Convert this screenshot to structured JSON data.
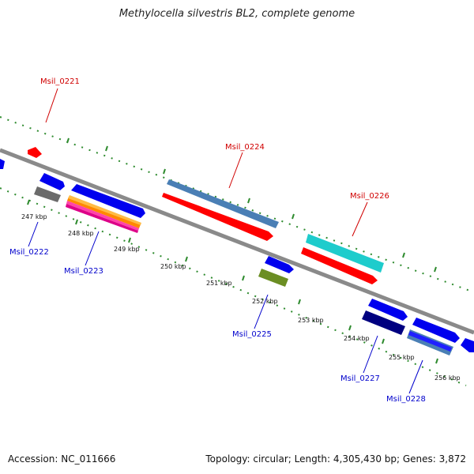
{
  "title": "Methylocella silvestris BL2, complete genome",
  "footer": {
    "accession": "Accession: NC_011666",
    "stats": "Topology: circular; Length: 4,305,430 bp; Genes: 3,872"
  },
  "colors": {
    "backbone": "#8a8a8a",
    "ticks": "#2e8b2e",
    "label_forward": "#d00000",
    "label_reverse": "#0000cc"
  },
  "ticks": [
    "247 kbp",
    "248 kbp",
    "249 kbp",
    "250 kbp",
    "251 kbp",
    "252 kbp",
    "253 kbp",
    "254 kbp",
    "255 kbp",
    "256 kbp"
  ],
  "gene_labels_forward": [
    "Msil_0221",
    "Msil_0224",
    "Msil_0226"
  ],
  "gene_labels_reverse": [
    "Msil_0222",
    "Msil_0223",
    "Msil_0225",
    "Msil_0227",
    "Msil_0228"
  ]
}
